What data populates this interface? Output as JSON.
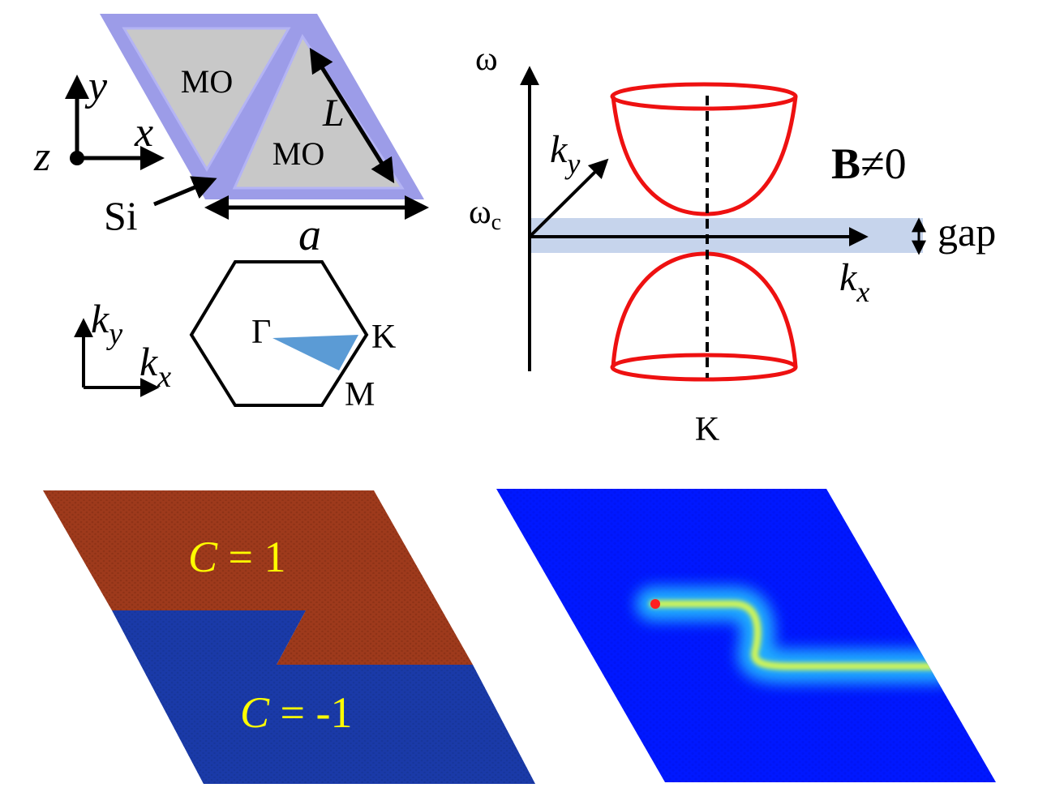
{
  "unit_cell": {
    "label_mo_1": "MO",
    "label_mo_2": "MO",
    "label_L": "L",
    "label_a": "a",
    "label_si": "Si",
    "axis_x": "x",
    "axis_y": "y",
    "axis_z": "z",
    "color_triangle_fill": "#c8c8c8",
    "color_silicon": "#9c9ce8"
  },
  "brillouin_zone": {
    "axis_kx": "k",
    "axis_kx_sub": "x",
    "axis_ky": "k",
    "axis_ky_sub": "y",
    "label_gamma": "Γ",
    "label_K": "K",
    "label_M": "M",
    "color_wedge": "#5b9bd5"
  },
  "dispersion": {
    "axis_omega": "ω",
    "label_omega_c": "ω",
    "label_omega_c_sub": "c",
    "axis_ky": "k",
    "axis_ky_sub": "y",
    "axis_kx": "k",
    "axis_kx_sub": "x",
    "label_K": "K",
    "field_label_bold": "B",
    "field_label_rest": "≠0",
    "gap_label": "gap",
    "color_bands": "#ee1111",
    "color_gap_band": "#c6d4ec"
  },
  "chern_domains": {
    "label_upper_italic": "C",
    "label_upper_rest": " = 1",
    "label_lower_italic": "C",
    "label_lower_rest": " = -1",
    "color_upper": "#9e3a1c",
    "color_lower": "#1a3aa8",
    "color_text": "#ffff00"
  },
  "field_map": {
    "color_background": "#0018ff",
    "color_glow": "#28c8ff",
    "color_core": "#e8ff40",
    "color_source": "#ff2020"
  }
}
